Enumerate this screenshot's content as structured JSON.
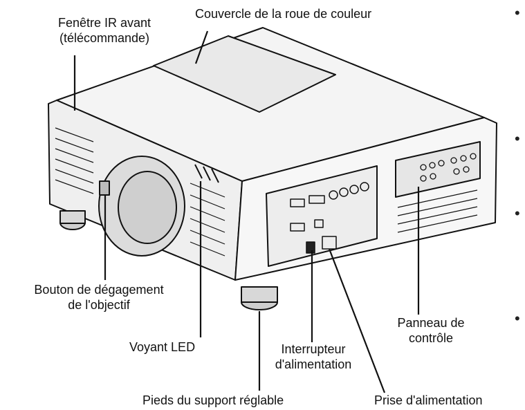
{
  "labels": {
    "ir_window_line1": "Fenêtre IR avant",
    "ir_window_line2": "(télécommande)",
    "color_wheel_cover": "Couvercle de la roue de couleur",
    "lens_release_line1": "Bouton de dégagement",
    "lens_release_line2": "de l'objectif",
    "led_indicator": "Voyant LED",
    "power_switch_line1": "Interrupteur",
    "power_switch_line2": "d'alimentation",
    "control_panel_line1": "Panneau de",
    "control_panel_line2": "contrôle",
    "adjustable_feet": "Pieds du support réglable",
    "power_socket": "Prise d'alimentation"
  },
  "bullets": [
    "•",
    "•",
    "•",
    "•"
  ],
  "colors": {
    "line": "#111111",
    "body": "#f2f2f2",
    "shade": "#cfcfcf"
  }
}
